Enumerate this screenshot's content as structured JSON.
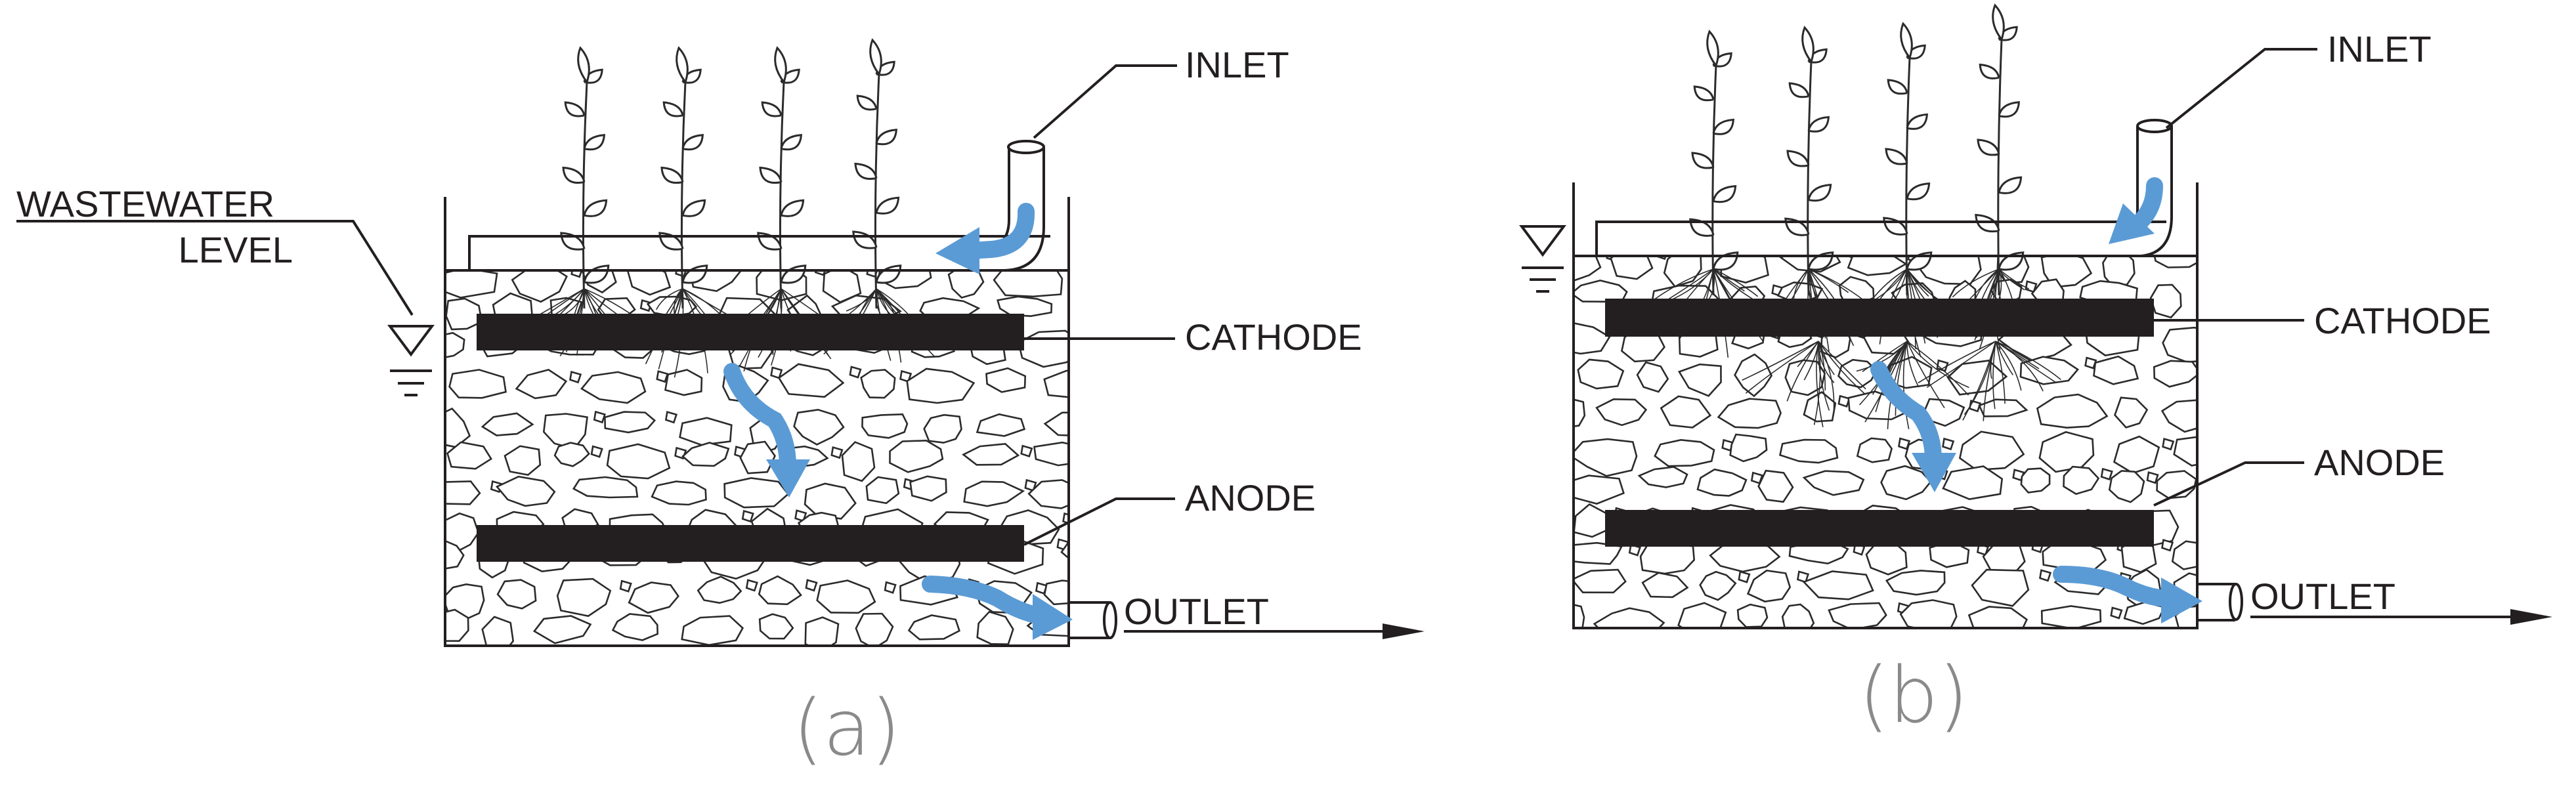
{
  "panels": [
    {
      "caption": "(a)",
      "inlet_label": "INLET",
      "cathode_label": "CATHODE",
      "anode_label": "ANODE",
      "outlet_label": "OUTLET",
      "level_label_line1": "WASTEWATER",
      "level_label_line2": "LEVEL"
    },
    {
      "caption": "(b)",
      "inlet_label": "INLET",
      "cathode_label": "CATHODE",
      "anode_label": "ANODE",
      "outlet_label": "OUTLET"
    }
  ],
  "colors": {
    "flow_arrow": "#5b9bd5",
    "electrode": "#231f20",
    "outline": "#231f20",
    "caption": "#8a8a8a"
  },
  "icons": [
    "water-level-symbol",
    "flow-arrow",
    "plant-icon",
    "inlet-pipe",
    "outlet-pipe"
  ]
}
